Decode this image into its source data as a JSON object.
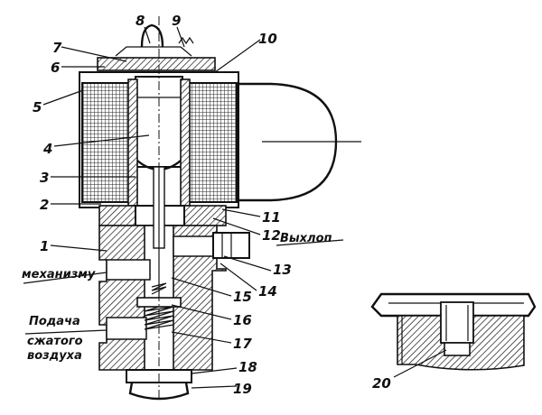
{
  "callouts": {
    "n1": "1",
    "n2": "2",
    "n3": "3",
    "n4": "4",
    "n5": "5",
    "n6": "6",
    "n7": "7",
    "n8": "8",
    "n9": "9",
    "n10": "10",
    "n11": "11",
    "n12": "12",
    "n13": "13",
    "n14": "14",
    "n15": "15",
    "n16": "16",
    "n17": "17",
    "n18": "18",
    "n19": "19",
    "n20": "20"
  },
  "labels": {
    "exhaust": "Выхлоп",
    "mechanism": "механизму",
    "supply_1": "Подача",
    "supply_2": "сжатого",
    "supply_3": "воздуха"
  }
}
